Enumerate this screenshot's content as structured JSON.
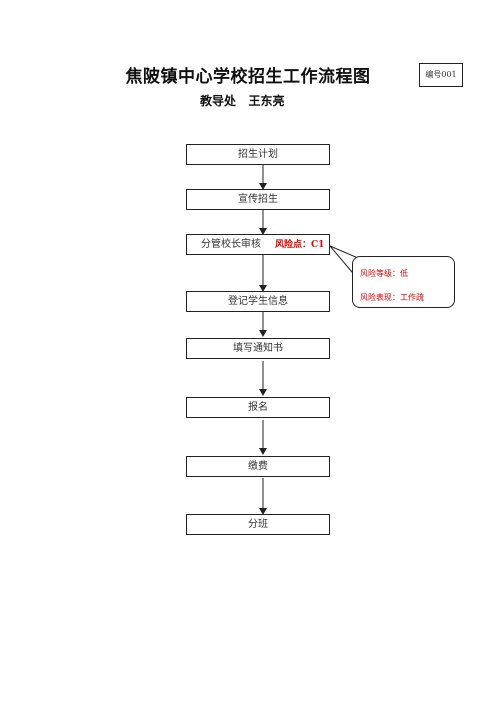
{
  "header": {
    "title": "焦陂镇中心学校招生工作流程图",
    "subtitle": "教导处   王东亮",
    "doc_number": "编号001"
  },
  "flow": {
    "steps": [
      {
        "label": "招生计划"
      },
      {
        "label": "宣传招生"
      },
      {
        "label": "分管校长审核",
        "risk_point": "风险点：C1"
      },
      {
        "label": "登记学生信息"
      },
      {
        "label": "填写通知书"
      },
      {
        "label": "报名"
      },
      {
        "label": "缴费"
      },
      {
        "label": "分班"
      }
    ]
  },
  "callout": {
    "risk_level": "风险等级：低",
    "risk_type": "风险表现：工作疏"
  },
  "colors": {
    "risk_text": "#e00000",
    "border": "#222222"
  }
}
